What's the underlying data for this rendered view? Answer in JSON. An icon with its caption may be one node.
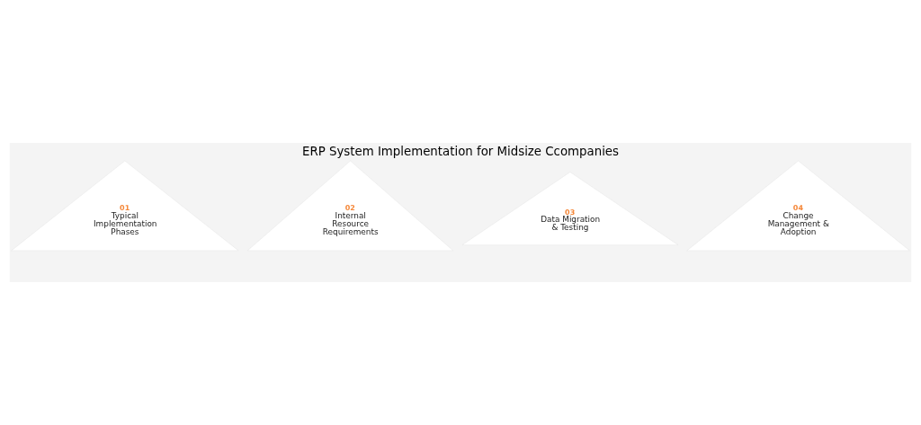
{
  "diagram": {
    "title": "ERP System Implementation for Midsize Ccompanies",
    "nodes": [
      {
        "text": [
          "01",
          "Typical Implementation Phases"
        ]
      },
      {
        "text": [
          "02",
          "Internal Resource Requirements"
        ]
      },
      {
        "text": [
          "03",
          "Data Migration & Testing"
        ]
      },
      {
        "text": [
          "04",
          "Change Management & Adoption"
        ]
      }
    ],
    "edges": []
  }
}
